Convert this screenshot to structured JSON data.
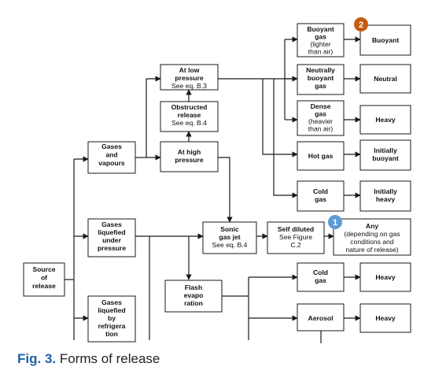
{
  "nodes": {
    "source": [
      "Source",
      "of",
      "release"
    ],
    "gases_vapours": [
      "Gases",
      "and",
      "vapours"
    ],
    "liquefied_pressure": [
      "Gases",
      "liquefied",
      "under",
      "pressure"
    ],
    "liquefied_refrigeration": [
      "Gases",
      "liquefied",
      "by",
      "refrigera",
      "tion"
    ],
    "low_pressure": [
      "At low",
      "pressure",
      "See eq. B.3"
    ],
    "obstructed": [
      "Obstructed",
      "release",
      "See eq. B.4"
    ],
    "high_pressure": [
      "At high",
      "pressure"
    ],
    "sonic_jet": [
      "Sonic",
      "gas jet",
      "See eq. B.4"
    ],
    "self_diluted": [
      "Self diluted",
      "See Figure",
      "C.2"
    ],
    "flash": [
      "Flash",
      "evapo",
      "ration"
    ],
    "buoyant_gas": [
      "Buoyant",
      "gas",
      "(lighter",
      "than air)"
    ],
    "neutrally_buoyant": [
      "Neutrally",
      "buoyant",
      "gas"
    ],
    "dense_gas": [
      "Dense",
      "gas",
      "(heavier",
      "than air)"
    ],
    "hot_gas": [
      "Hot gas"
    ],
    "cold_gas_top": [
      "Cold",
      "gas"
    ],
    "cold_gas_bottom": [
      "Cold",
      "gas"
    ],
    "aerosol": [
      "Aerosol"
    ],
    "out_buoyant": [
      "Buoyant"
    ],
    "out_neutral": [
      "Neutral"
    ],
    "out_heavy_dense": [
      "Heavy"
    ],
    "out_initially_buoyant": [
      "Initially",
      "buoyant"
    ],
    "out_initially_heavy": [
      "Initially",
      "heavy"
    ],
    "out_any": [
      "Any",
      "(depending on gas",
      "conditions and",
      "nature of release)"
    ],
    "out_heavy_cold": [
      "Heavy"
    ],
    "out_heavy_aerosol": [
      "Heavy"
    ]
  },
  "badges": [
    {
      "text": "1",
      "color": "#5b9bd5"
    },
    {
      "text": "2",
      "color": "#c55a11"
    }
  ],
  "caption": {
    "figure": "Fig. 3.",
    "text": " Forms of release"
  }
}
